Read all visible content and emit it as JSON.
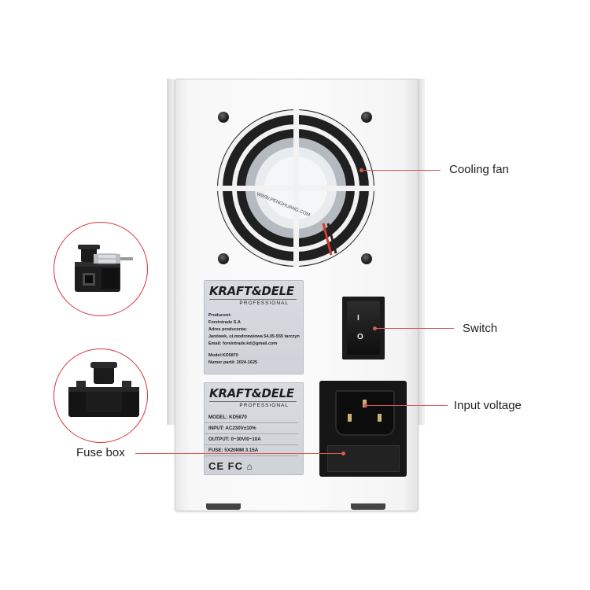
{
  "callouts": {
    "cooling_fan": "Cooling fan",
    "switch": "Switch",
    "input_voltage": "Input voltage",
    "fuse_box": "Fuse box"
  },
  "label_top": {
    "brand": "KRAFT&DELE",
    "tagline": "PROFESSIONAL",
    "producer_heading": "Producent:",
    "producer_name": "Foreintrade S.A",
    "address_heading": "Adres producenta:",
    "address": "Janówek, ul.modrzewiowa 54,05-555 tarczyn",
    "email": "Email: foreintrade.kd@gmail.com",
    "model": "Model:KD5870",
    "batch": "Numer partii: 2024-1625"
  },
  "label_bottom": {
    "brand": "KRAFT&DELE",
    "tagline": "PROFESSIONAL",
    "model": "MODEL: KD5870",
    "input": "INPUT: AC230V±10%",
    "output": "OUTPUT: 0~30V/0~10A",
    "fuse": "FUSE: 5X20MM 3.15A",
    "certifications": "CE FC"
  },
  "fan_print": "WWW.PENGHUANG.COM",
  "switch_marks": {
    "on": "I",
    "off": "O"
  },
  "colors": {
    "callout_line": "#d65a5a",
    "detail_ring": "#d7343a",
    "device_body": "#f7f7f7",
    "label_plate": "#d4d7dc"
  }
}
